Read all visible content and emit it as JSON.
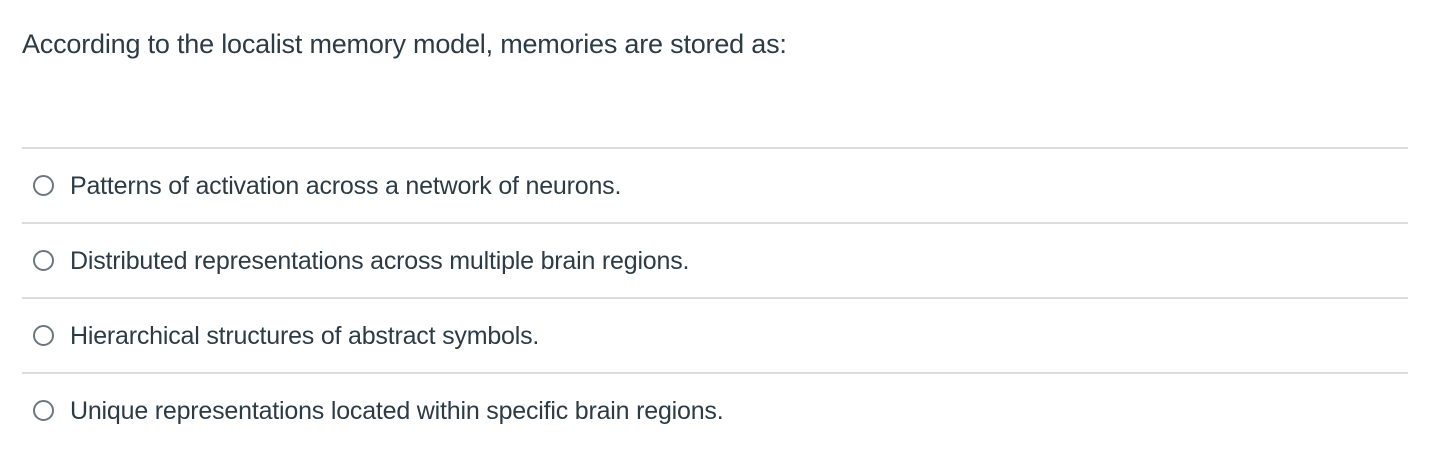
{
  "question": {
    "text": "According to the localist memory model, memories are stored as:"
  },
  "options": [
    {
      "label": "Patterns of activation across a network of neurons.",
      "selected": false
    },
    {
      "label": "Distributed representations across multiple brain regions.",
      "selected": false
    },
    {
      "label": "Hierarchical structures of abstract symbols.",
      "selected": false
    },
    {
      "label": "Unique representations located within specific brain regions.",
      "selected": false
    }
  ],
  "colors": {
    "text": "#2D3B45",
    "radio_border": "#6B7780",
    "divider": "#DCDCDC",
    "background": "#FFFFFF"
  }
}
